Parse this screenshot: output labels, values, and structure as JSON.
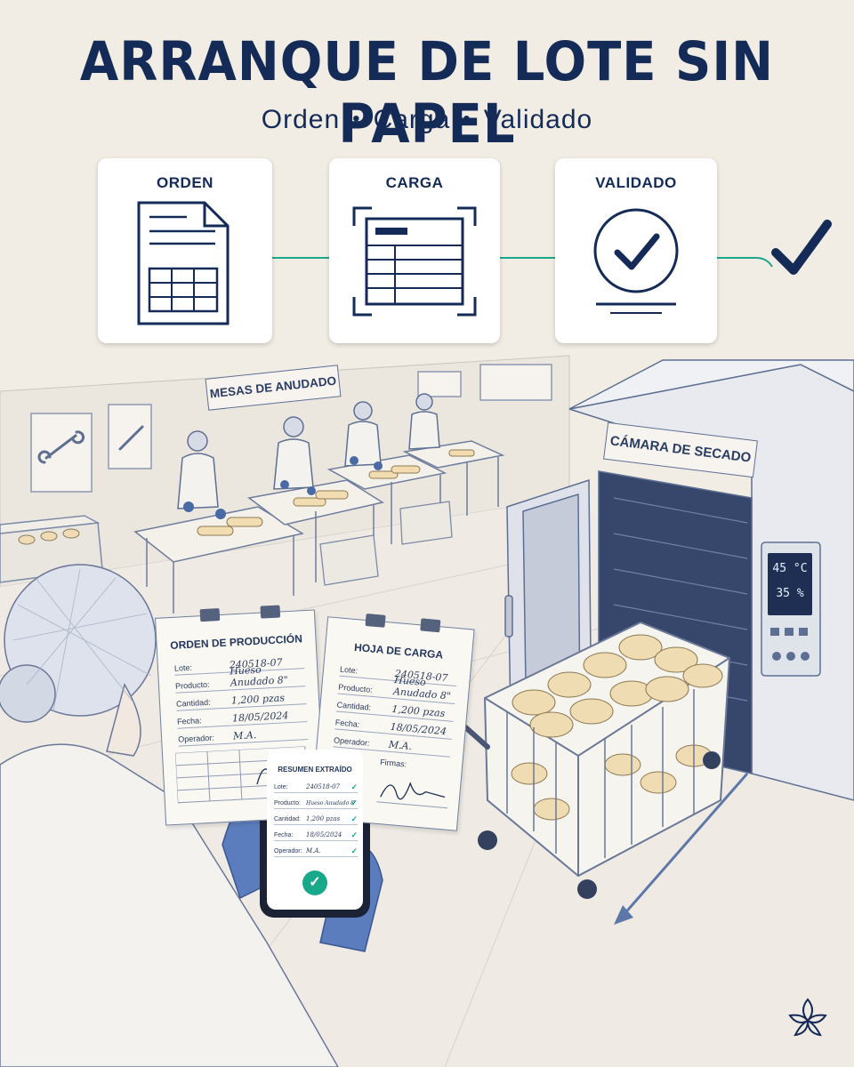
{
  "header": {
    "title": "ARRANQUE DE LOTE SIN PAPEL",
    "subtitle_steps": [
      "Orden",
      "Carga",
      "Validado"
    ]
  },
  "steps": [
    {
      "label": "ORDEN",
      "icon": "document-icon"
    },
    {
      "label": "CARGA",
      "icon": "scan-form-icon"
    },
    {
      "label": "VALIDADO",
      "icon": "check-circle-icon"
    }
  ],
  "scene": {
    "tables_sign": "MESAS DE ANUDADO",
    "chamber_sign": "CÁMARA DE SECADO",
    "chamber_panel": {
      "temperature": "45 °C",
      "humidity": "35 %"
    }
  },
  "production_order": {
    "title": "ORDEN DE PRODUCCIÓN",
    "rows": [
      {
        "k": "Lote:",
        "v": "240518-07"
      },
      {
        "k": "Producto:",
        "v": "Hueso Anudado 8\""
      },
      {
        "k": "Cantidad:",
        "v": "1,200 pzas"
      },
      {
        "k": "Fecha:",
        "v": "18/05/2024"
      },
      {
        "k": "Operador:",
        "v": "M.A."
      }
    ]
  },
  "load_sheet": {
    "title": "HOJA DE CARGA",
    "rows": [
      {
        "k": "Lote:",
        "v": "240518-07"
      },
      {
        "k": "Producto:",
        "v": "Hueso Anudado 8\""
      },
      {
        "k": "Cantidad:",
        "v": "1,200 pzas"
      },
      {
        "k": "Fecha:",
        "v": "18/05/2024"
      },
      {
        "k": "Operador:",
        "v": "M.A."
      }
    ],
    "signature_label": "Firmas:"
  },
  "phone": {
    "title": "RESUMEN EXTRAÍDO",
    "rows": [
      {
        "k": "Lote:",
        "v": "240518-07"
      },
      {
        "k": "Producto:",
        "v": "Hueso Anudado 8\""
      },
      {
        "k": "Cantidad:",
        "v": "1,200 pzas"
      },
      {
        "k": "Fecha:",
        "v": "18/05/2024"
      },
      {
        "k": "Operador:",
        "v": "M.A."
      }
    ],
    "check_mark": "✓"
  },
  "colors": {
    "navy": "#142a57",
    "teal": "#1aa88a",
    "paper": "#f2ede4"
  }
}
